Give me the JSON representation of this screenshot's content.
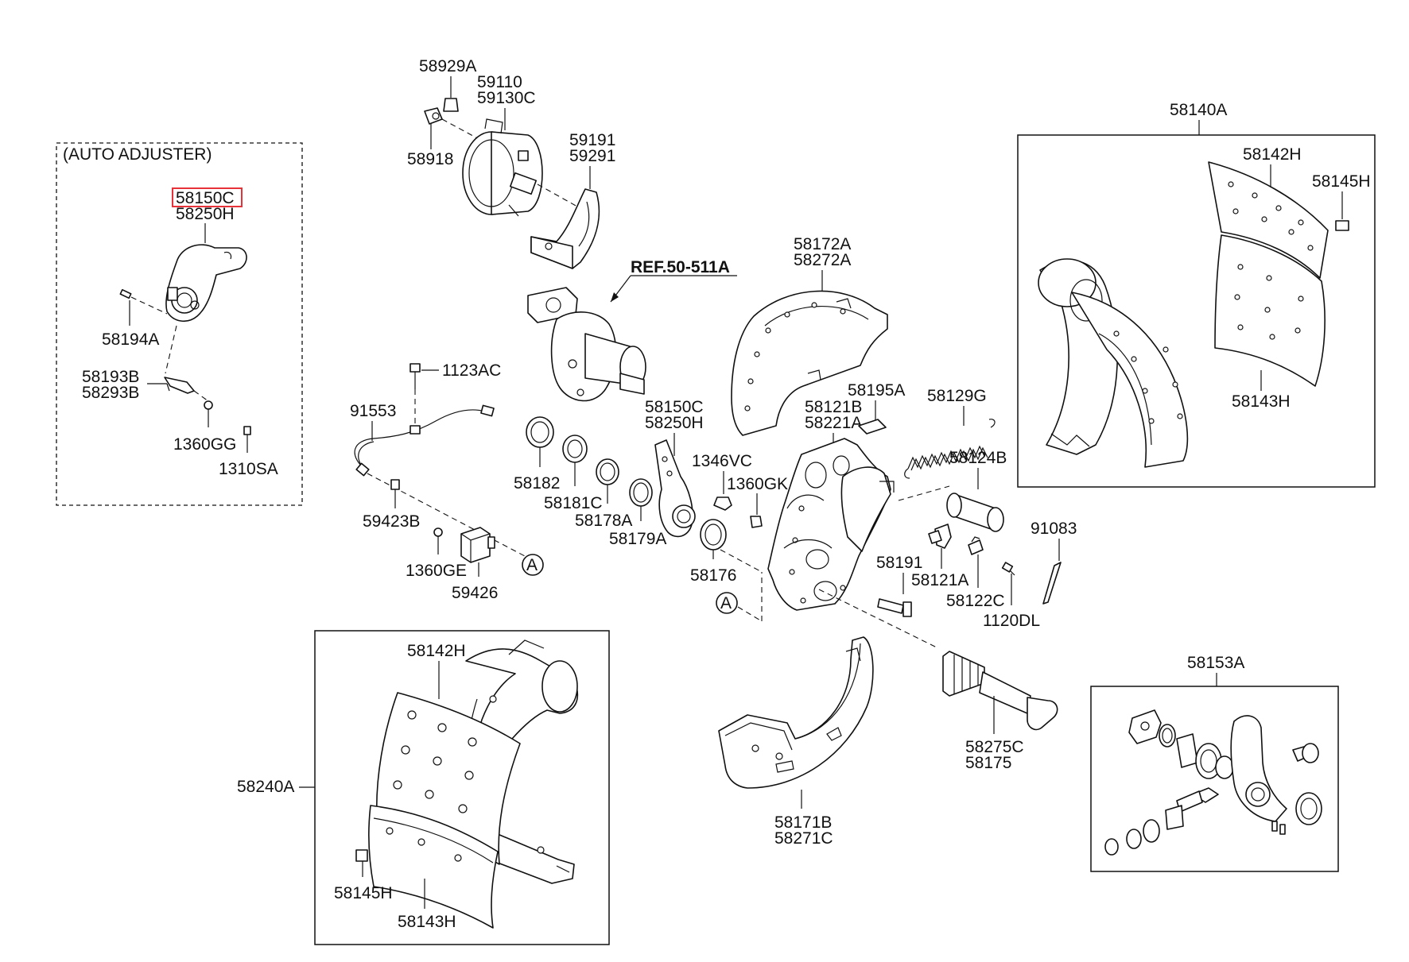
{
  "highlight_color": "#e8323a",
  "labels": {
    "auto_adjuster_title": "(AUTO ADJUSTER)",
    "aa_58150c": "58150C",
    "aa_58250h": "58250H",
    "aa_58194a": "58194A",
    "aa_58193b": "58193B",
    "aa_58293b": "58293B",
    "aa_1360gg": "1360GG",
    "aa_1310sa": "1310SA",
    "p58929a": "58929A",
    "p59110": "59110",
    "p59130c": "59130C",
    "p58918": "58918",
    "p59191": "59191",
    "p59291": "59291",
    "ref": "REF.50-511A",
    "p1123ac": "1123AC",
    "p91553": "91553",
    "p59423b": "59423B",
    "p1360ge": "1360GE",
    "p59426": "59426",
    "marker_a1": "A",
    "marker_a2": "A",
    "p58182": "58182",
    "p58181c": "58181C",
    "p58178a": "58178A",
    "p58179a": "58179A",
    "p58150c": "58150C",
    "p58250h": "58250H",
    "p1346vc": "1346VC",
    "p1360gk": "1360GK",
    "p58176": "58176",
    "p58172a": "58172A",
    "p58272a": "58272A",
    "p58121b": "58121B",
    "p58221a": "58221A",
    "p58195a": "58195A",
    "p58129g": "58129G",
    "p58124b": "58124B",
    "p58191": "58191",
    "p58121a": "58121A",
    "p58122c": "58122C",
    "p1120dl": "1120DL",
    "p91083": "91083",
    "p58275c": "58275C",
    "p58175": "58175",
    "p58171b": "58171B",
    "p58271c": "58271C",
    "p58140a": "58140A",
    "p58142h_r": "58142H",
    "p58145h_r": "58145H",
    "p58143h_r": "58143H",
    "p58240a": "58240A",
    "p58142h_l": "58142H",
    "p58145h_l": "58145H",
    "p58143h_l": "58143H",
    "p58153a": "58153A"
  }
}
